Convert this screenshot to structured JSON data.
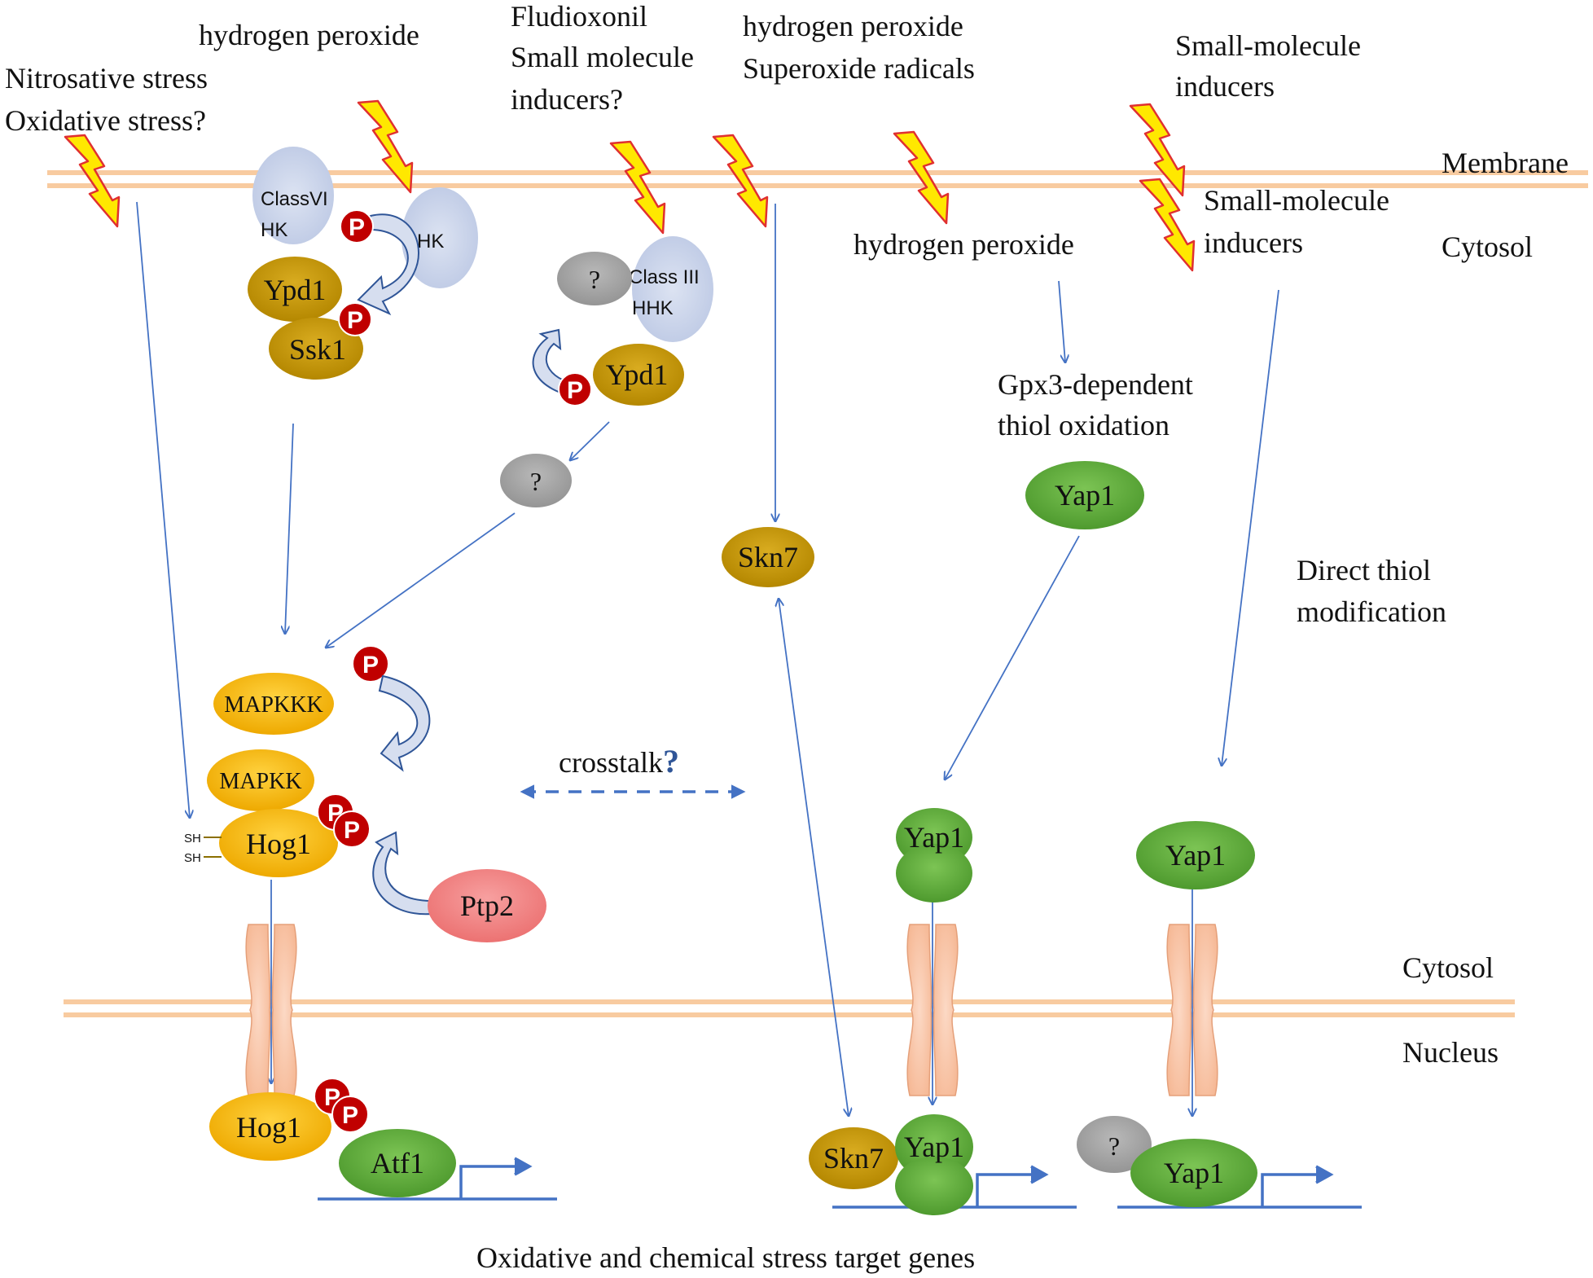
{
  "colors": {
    "membrane": "#F8CBA0",
    "yellow_protein": "#F5B700",
    "gold_protein": "#C99A06",
    "green_protein": "#5FAE3A",
    "grey_protein": "#A6A6A6",
    "hk_oval": "#C9D3EA",
    "ptp2": "#F08080",
    "phospho": "#C00000",
    "pore": "#F9C6A8",
    "arrow": "#4472C4",
    "lightning": "#FFE800"
  },
  "stimuli": {
    "nitrosative": "Nitrosative stress",
    "oxidative_q": "Oxidative stress?",
    "hp1": "hydrogen peroxide",
    "fludioxonil": "Fludioxonil",
    "small_molecule": "Small molecule",
    "inducers_q": "inducers?",
    "hp2": "hydrogen peroxide",
    "superoxide": "Superoxide radicals",
    "sm_inducers1a": "Small-molecule",
    "sm_inducers1b": "inducers",
    "hp3": "hydrogen peroxide",
    "sm_inducers2a": "Small-molecule",
    "sm_inducers2b": "inducers"
  },
  "compartments": {
    "membrane": "Membrane",
    "cytosol_top": "Cytosol",
    "cytosol_bottom": "Cytosol",
    "nucleus": "Nucleus"
  },
  "proteins": {
    "classvi_hk_a": "ClassVI",
    "classvi_hk_b": "HK",
    "hk": "HK",
    "ypd1_a": "Ypd1",
    "ssk1": "Ssk1",
    "unknown1": "?",
    "class3_a": "Class III",
    "class3_b": "HHK",
    "ypd1_b": "Ypd1",
    "unknown2": "?",
    "skn7_cyto": "Skn7",
    "yap1_cyto": "Yap1",
    "mapkkk": "MAPKKK",
    "mapkk": "MAPKK",
    "hog1_cyto": "Hog1",
    "ptp2": "Ptp2",
    "yap1_dimer": "Yap1",
    "yap1_right": "Yap1",
    "hog1_nuc": "Hog1",
    "atf1": "Atf1",
    "skn7_nuc": "Skn7",
    "yap1_nuc1": "Yap1",
    "unknown3": "?",
    "yap1_nuc2": "Yap1",
    "p": "P",
    "sh": "SH"
  },
  "annotations": {
    "gpx3_a": "Gpx3-dependent",
    "gpx3_b": "thiol oxidation",
    "direct_a": "Direct thiol",
    "direct_b": "modification",
    "crosstalk": "crosstalk",
    "crosstalk_q": "?",
    "target_genes": "Oxidative and chemical stress target genes"
  }
}
